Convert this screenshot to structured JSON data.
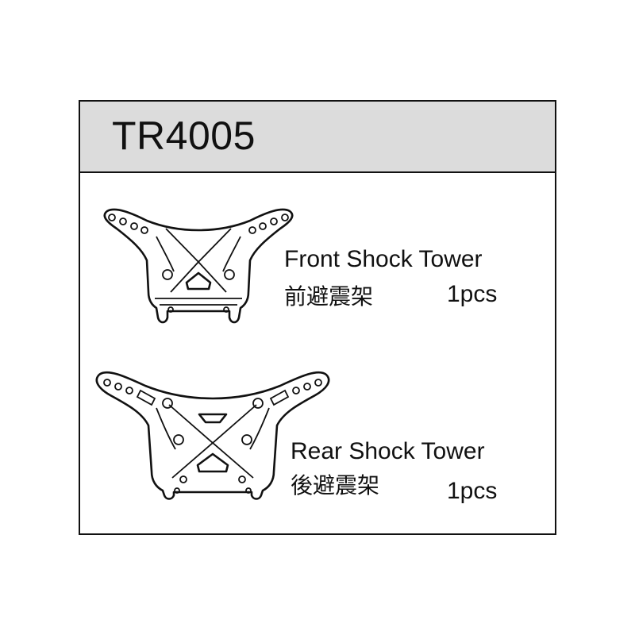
{
  "header": {
    "part_number": "TR4005"
  },
  "parts": [
    {
      "name": "Front Shock Tower",
      "name_cn": "前避震架",
      "qty": "1pcs"
    },
    {
      "name": "Rear Shock Tower",
      "name_cn": "後避震架",
      "qty": "1pcs"
    }
  ]
}
